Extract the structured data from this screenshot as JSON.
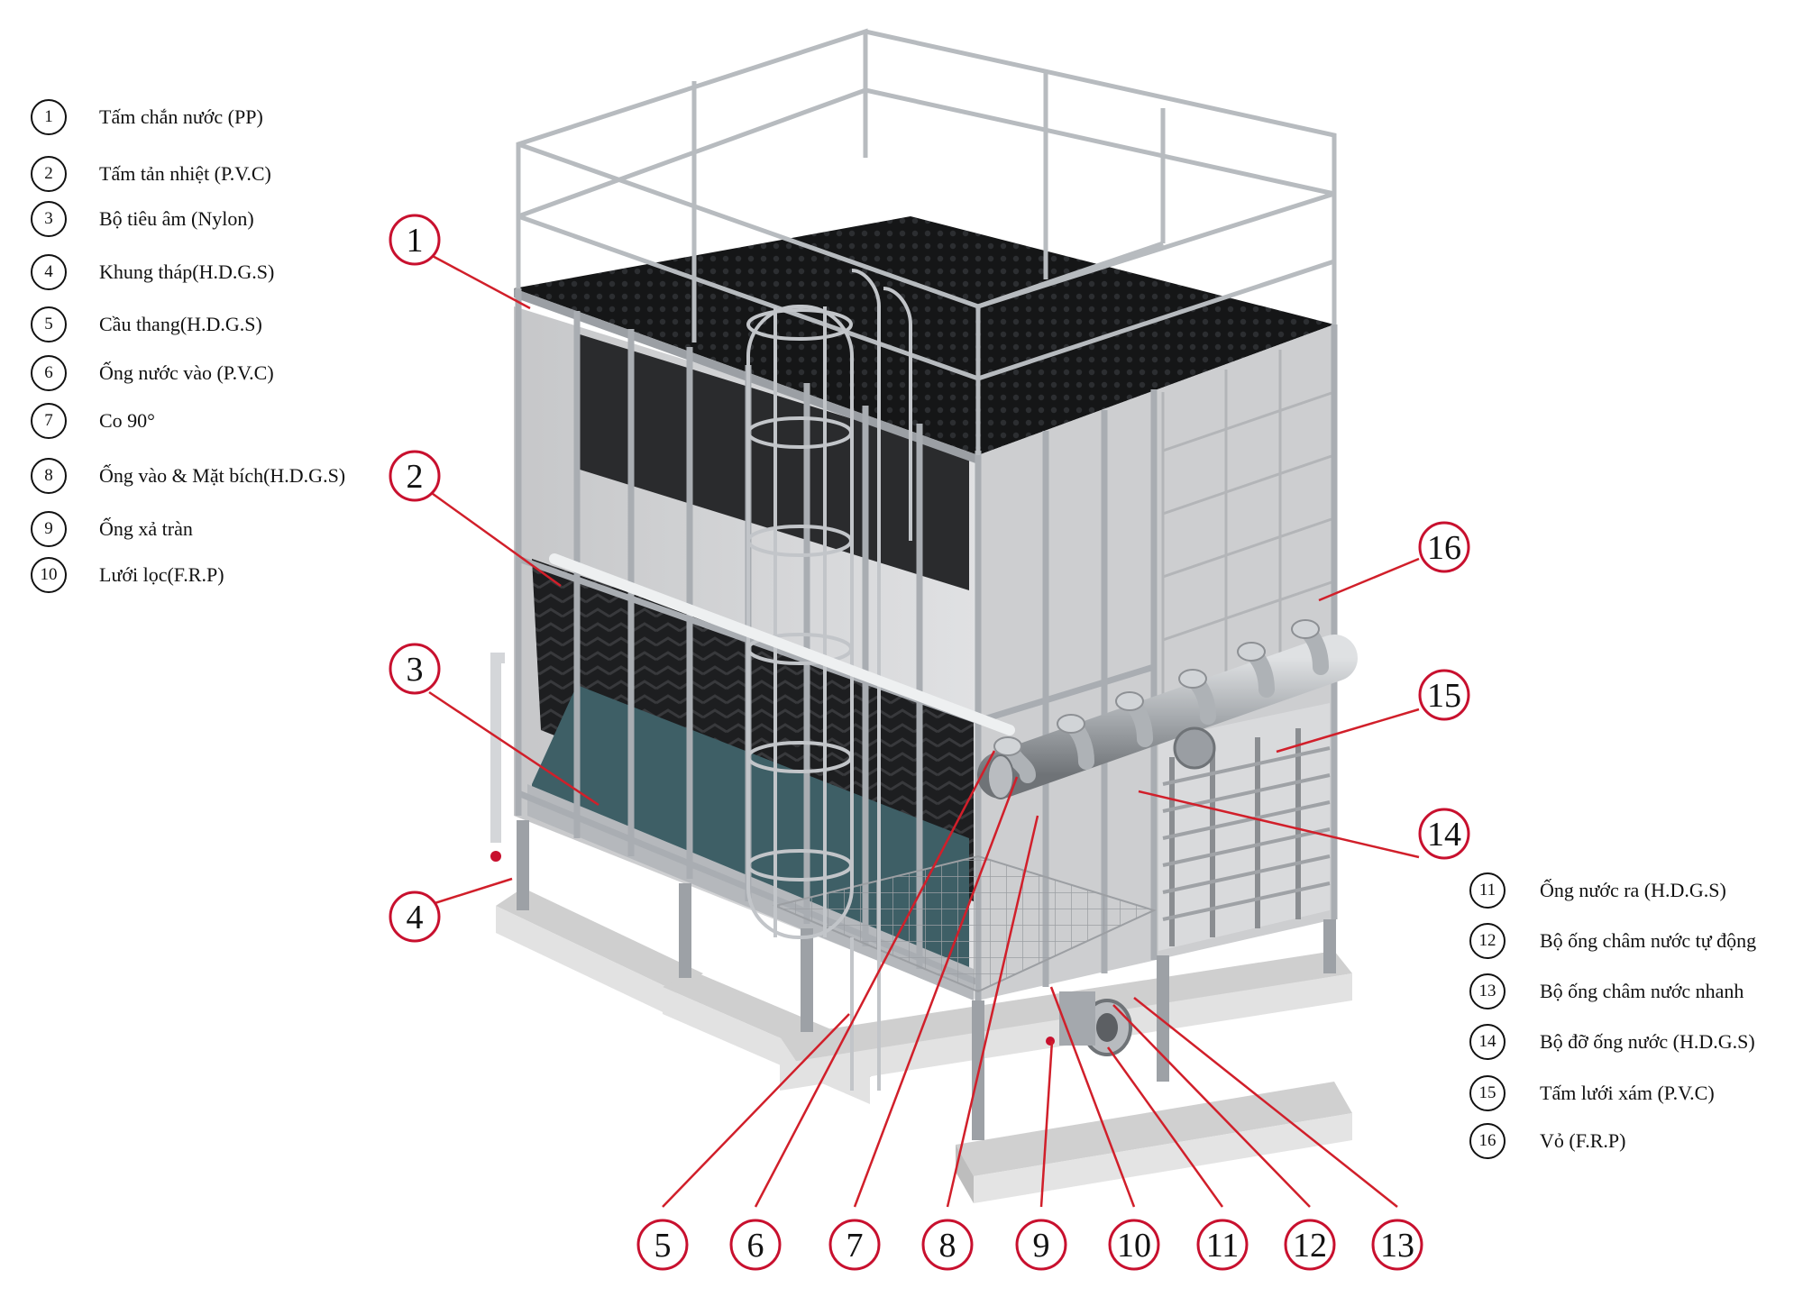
{
  "legend_left": [
    {
      "num": "1",
      "text": "Tấm chắn nước (PP)"
    },
    {
      "num": "2",
      "text": "Tấm tản nhiệt  (P.V.C)"
    },
    {
      "num": "3",
      "text": "Bộ tiêu âm (Nylon)"
    },
    {
      "num": "4",
      "text": "Khung tháp(H.D.G.S)"
    },
    {
      "num": "5",
      "text": "Cầu thang(H.D.G.S)"
    },
    {
      "num": "6",
      "text": "Ống nước vào (P.V.C)"
    },
    {
      "num": "7",
      "text": "Co 90°"
    },
    {
      "num": "8",
      "text": "Ống vào & Mặt bích(H.D.G.S)"
    },
    {
      "num": "9",
      "text": "Ống xả tràn"
    },
    {
      "num": "10",
      "text": "Lưới lọc(F.R.P)"
    }
  ],
  "legend_right": [
    {
      "num": "11",
      "text": "Ống nước ra (H.D.G.S)"
    },
    {
      "num": "12",
      "text": "Bộ ống châm nước tự động"
    },
    {
      "num": "13",
      "text": "Bộ ống châm nước nhanh"
    },
    {
      "num": "14",
      "text": "Bộ đỡ ống nước (H.D.G.S)"
    },
    {
      "num": "15",
      "text": "Tấm lưới xám (P.V.C)"
    },
    {
      "num": "16",
      "text": "Vỏ (F.R.P)"
    }
  ],
  "callouts": [
    "1",
    "2",
    "3",
    "4",
    "5",
    "6",
    "7",
    "8",
    "9",
    "10",
    "11",
    "12",
    "13",
    "14",
    "15",
    "16"
  ],
  "colors": {
    "callout_ring": "#c8102e",
    "leader_line": "#d11f2a",
    "frame_steel": "#a9adb2",
    "fill_media": "#1b1c1e",
    "frp_panel": "#cfd0d2",
    "basin_water": "#3e5f66",
    "concrete": "#d7d7d7"
  }
}
